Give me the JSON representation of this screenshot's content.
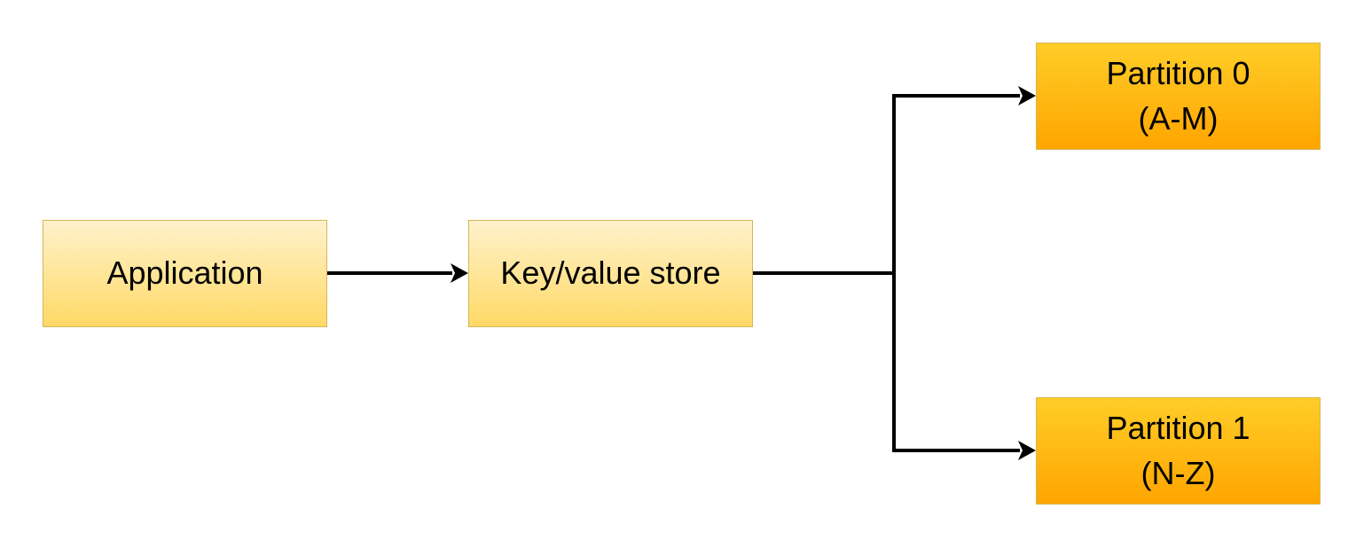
{
  "nodes": {
    "application": {
      "label": "Application"
    },
    "kvstore": {
      "label": "Key/value store"
    },
    "partition0": {
      "title": "Partition 0",
      "range": "(A-M)"
    },
    "partition1": {
      "title": "Partition 1",
      "range": "(N-Z)"
    }
  },
  "colors": {
    "light_top": "#fff2cc",
    "light_bottom": "#ffd966",
    "dark_top": "#ffcd28",
    "dark_bottom": "#ffa500",
    "border": "#d6b656",
    "edge": "#000000"
  },
  "edges": [
    {
      "from": "application",
      "to": "kvstore"
    },
    {
      "from": "kvstore",
      "to": "partition0"
    },
    {
      "from": "kvstore",
      "to": "partition1"
    }
  ]
}
